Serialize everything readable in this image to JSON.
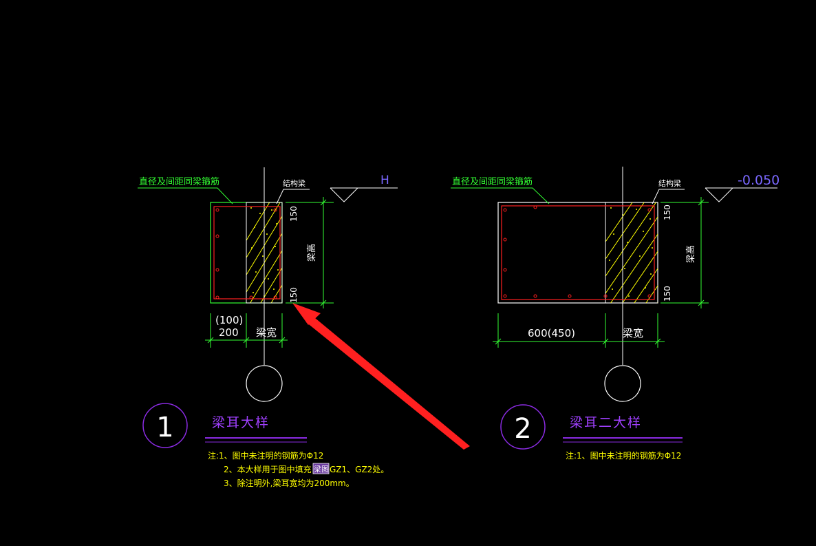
{
  "drawing": {
    "colors": {
      "background": "#000000",
      "outline": "#ffffff",
      "rebar": "#ff2020",
      "hatch": "#ffff00",
      "leader_text": "#33ff33",
      "grid_circle": "#ffffff",
      "detail_circle": "#8a2be2",
      "detail_title": "#a040ff",
      "title_rule": "#8a2be2",
      "notes": "#ffff00",
      "elevation": "#7a68ff",
      "arrow": "#ff2020"
    },
    "detail1": {
      "leader_note": "直径及间距同梁箍筋",
      "beam_label": "结构梁",
      "elevation": "H",
      "dim_top": "150",
      "dim_bottom": "150",
      "dim_height": "梁高",
      "dim_ear_top": "(100)",
      "dim_ear_bottom": "200",
      "dim_beam_width": "梁宽",
      "number": "1",
      "title": "梁耳大样",
      "notes": {
        "line1": "注:1、图中未注明的钢筋为Φ12",
        "line2_a": "2、本大样用于图中填充",
        "line2_swatch": "梁图",
        "line2_b": "GZ1、GZ2处。",
        "line3": "3、除注明外,梁耳宽均为200mm。"
      }
    },
    "detail2": {
      "leader_note": "直径及间距同梁箍筋",
      "beam_label": "结构梁",
      "elevation": "-0.050",
      "dim_top": "150",
      "dim_bottom": "150",
      "dim_height": "梁高",
      "dim_ear_width": "600(450)",
      "dim_beam_width": "梁宽",
      "number": "2",
      "title": "梁耳二大样",
      "notes": {
        "line1": "注:1、图中未注明的钢筋为Φ12"
      }
    }
  }
}
